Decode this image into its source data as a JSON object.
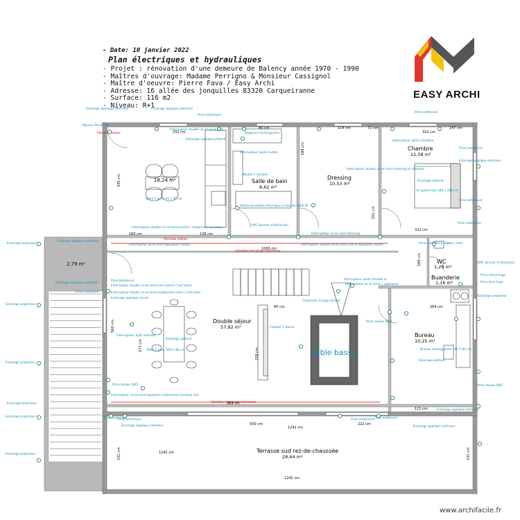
{
  "header": {
    "date": "- Date: 10 janvier 2022",
    "title": "Plan électriques et hydrauliques",
    "lines": [
      "- Projet : rénovation d'une demeure de Balency année 1970 - 1990",
      "- Maîtres d'ouvrage: Madame Perrigno & Monsieur Cassignol",
      "- Maître d'oeuvre: Pierre Fava / Easy Archi",
      "- Adresse: 16 allée des jonquilles 83320 Carqueiranne",
      "- Surface: 116 m2",
      "- Niveau: R+1"
    ]
  },
  "logo": {
    "text": "EASY ARCHI",
    "colors": {
      "red": "#e3342f",
      "yellow": "#f4c20d",
      "gray": "#555555"
    }
  },
  "watermark": "www.archifacile.fr",
  "rooms": {
    "cuisine": {
      "area": "18,24 m²"
    },
    "sdb": {
      "name": "Salle de bain",
      "area": "8,62 m²"
    },
    "dressing": {
      "name": "Dressing",
      "area": "10,53 m²"
    },
    "chambre": {
      "name": "Chambre",
      "area": "12,58 m²"
    },
    "small": {
      "area": "2,79 m²"
    },
    "wc": {
      "name": "WC",
      "area": "1,28 m²"
    },
    "buanderie": {
      "name": "Buanderie",
      "area": "1,16 m²"
    },
    "sejour": {
      "name": "Double séjour",
      "area": "57,92 m²"
    },
    "bureau": {
      "name": "Bureau",
      "area": "10,25 m²"
    },
    "terrasse": {
      "name": "Terrasse sud rez-de-chaussée",
      "area": "28,64 m²"
    },
    "table_basse": "Table basse"
  },
  "dimensions": {
    "d232": "232 cm",
    "d80": "80 cm",
    "d114": "114 cm",
    "d72": "72 cm",
    "d322a": "322 cm",
    "d147": "147 cm",
    "d335": "335 cm",
    "d188": "188 cm",
    "d151": "151 cm",
    "d322b": "322 cm",
    "d160": "160 cm",
    "d136": "136 cm",
    "d1063": "1063 cm",
    "d184": "184 cm",
    "d95": "95 cm",
    "d228": "228 cm",
    "d277": "277 cm",
    "d560": "560 cm",
    "d963": "963 cm",
    "d264": "264 cm",
    "d115": "115 cm",
    "d1242a": "1242 cm",
    "d500": "500 cm",
    "d222": "222 cm",
    "d1242b": "1242 cm",
    "d1242c": "1242 cm",
    "d231a": "231 cm",
    "d231b": "231 cm"
  },
  "electric": {
    "e1": "Eclairage applique extérieur",
    "e2": "Eclairage applique extérieur",
    "e3": "Prise extérieure",
    "e4": "Prise extérieure",
    "e5": "Tableau électrique",
    "e6": "Placard à balais",
    "e7": "Interrupteur doublé va et vient cuisi",
    "e8": "Eclairage applique plafond",
    "e9": "Baignoire rectangulaire",
    "e10": "Interrupteur spots lavabo",
    "e11": "Table 4 pers. 95 x 95 cm",
    "e12": "Meuble 2 lavabos",
    "e13": "Sèche-serviettes électrique à chaînet 1000 W",
    "e14": "Interrupteur spots chambre",
    "e15": "Interrupteur double va et vient dressing et chambre",
    "e16": "Eclairage plafond",
    "e17": "Lit queen size 160 x 200 cm",
    "e18": "Interrupteur va et vient dressing",
    "e19": "Interrupteur double va et vient cuisine / suspension et lampe",
    "e20": "Eclairage projecteur",
    "e21": "Eclairage applique extérieur",
    "e22": "VMC bouche d'extraction",
    "e23": "Interrupteur va et vient appliques couloir",
    "e24": "Interrupteur double va et vient Led et appliques couloir",
    "e25": "Lave main",
    "e26": "VMC bouche d'extraction",
    "e27": "Prise machine à laver",
    "e28": "Prise sèche linge",
    "e29": "Prise lave linge",
    "e30": "Interrupteur spots meuble tv",
    "e31": "Interrupteur va et vient 3 appliques",
    "e32": "Interrupteur double va et vient Led cuisine / Led salon",
    "e33": "Interrupteur double va et vient suspension salon / Led salon",
    "e34": "Eclairage applique mural",
    "e35": "Prise téléphone",
    "e36": "Prise extérieure",
    "e37": "Cheminée d'angle design",
    "e38": "Canapé 3 places",
    "e39": "Eclairage plafond",
    "e40": "Table 6 pers. 160 x 90 cm",
    "e41": "Prise réseau RJ45",
    "e42": "Interrupteur Split intérieur",
    "e43": "Interrupteur va et vient appliques extérieures terrasse sud",
    "e44": "Prise réseau RJ45",
    "e45": "Bureau rectangulaire 180 X 80 cm",
    "e46": "Eclairage plafond",
    "e47": "Prise réseau RJ45",
    "e48": "Prise extérieure",
    "e49": "Eclairage applique extérieur",
    "e50": "Prise extérieure",
    "e51": "Eclairage applique extérieur",
    "e52": "Eclairage projecteur",
    "e53": "Eclairage projecteur",
    "e54": "Eclairage projecteur",
    "e55": "Eclairage projecteur",
    "e56": "Eclairage projecteur",
    "e57": "Eclairage applique extérieur",
    "e58": "Eclairage applique extérieur",
    "e59": "Prise extérieure",
    "e60": "Eclairage applique extérieur",
    "e61": "Prise extérieure",
    "e62": "Eclairage projecteur",
    "e63": "Prise extérieure",
    "e64": "Prise extérieure",
    "e65": "Prise extérieure"
  },
  "red_notes": {
    "r1": "Panneau solaire",
    "r2": "bandeau led gorge lumineuse",
    "r3": "bandeau led gorge lumineuse"
  }
}
